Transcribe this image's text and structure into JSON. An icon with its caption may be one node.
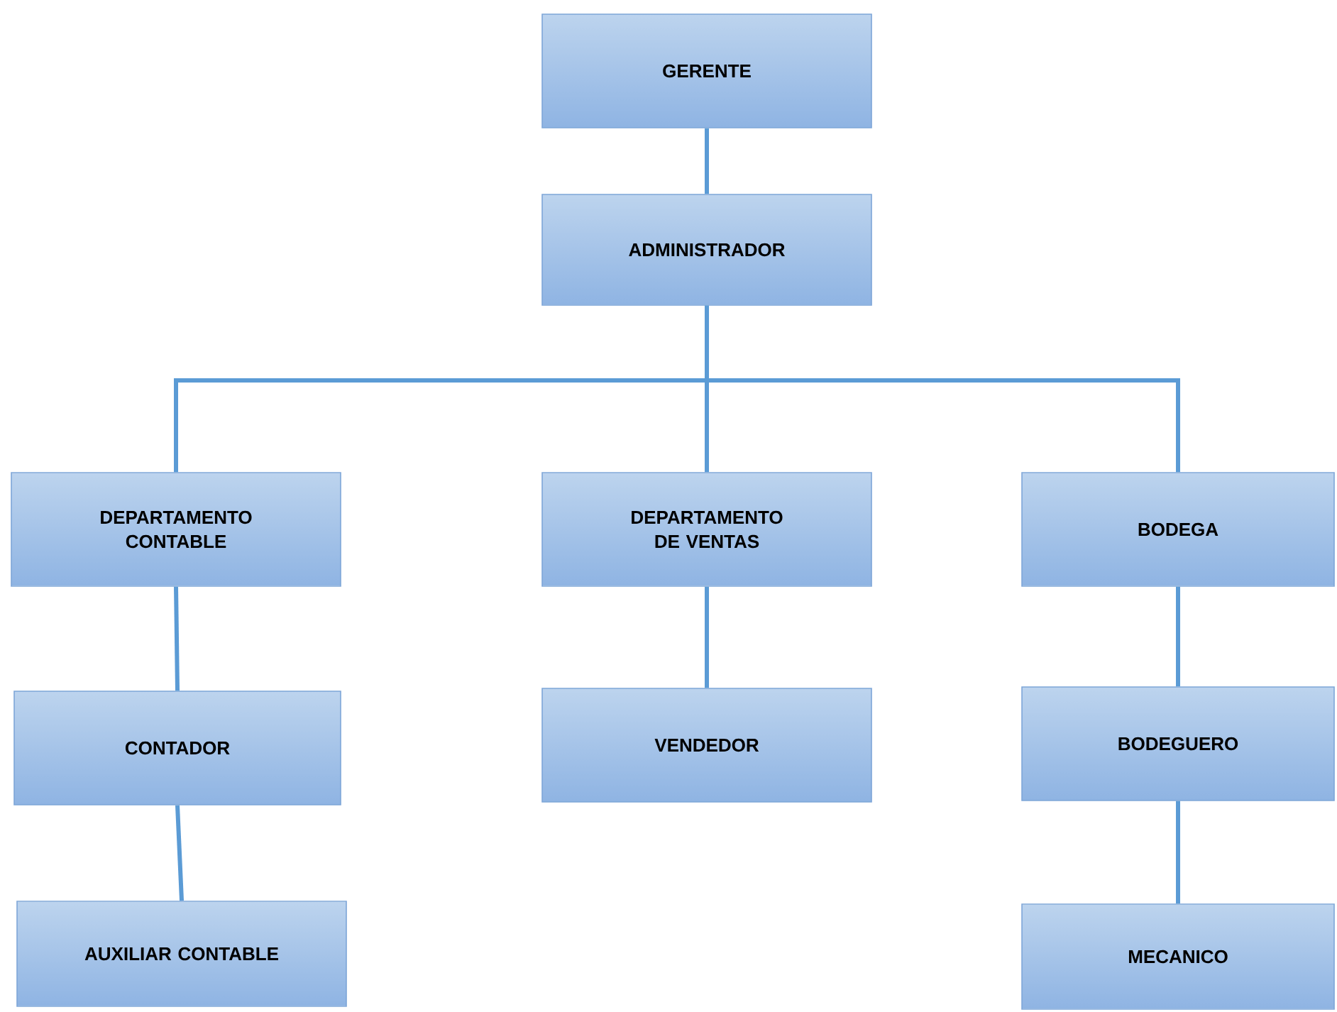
{
  "diagram": {
    "nodes": [
      {
        "text": [
          "GERENTE"
        ]
      },
      {
        "text": [
          "ADMINISTRADOR"
        ]
      },
      {
        "text": [
          "DEPARTAMENTO CONTABLE"
        ]
      },
      {
        "text": [
          "DEPARTAMENTO DE VENTAS"
        ]
      },
      {
        "text": [
          "BODEGA"
        ]
      },
      {
        "text": [
          "CONTADOR"
        ]
      },
      {
        "text": [
          "VENDEDOR"
        ]
      },
      {
        "text": [
          "BODEGUERO"
        ]
      },
      {
        "text": [
          "AUXILIAR CONTABLE"
        ]
      },
      {
        "text": [
          "MECANICO"
        ]
      }
    ],
    "edges": [
      {
        "from": 0,
        "to": 1,
        "arrow": "none"
      },
      {
        "from": 1,
        "to": 2,
        "arrow": "none"
      },
      {
        "from": 1,
        "to": 3,
        "arrow": "none"
      },
      {
        "from": 1,
        "to": 4,
        "arrow": "none"
      },
      {
        "from": 2,
        "to": 5,
        "arrow": "none"
      },
      {
        "from": 5,
        "to": 8,
        "arrow": "none"
      },
      {
        "from": 3,
        "to": 6,
        "arrow": "none"
      },
      {
        "from": 4,
        "to": 7,
        "arrow": "none"
      },
      {
        "from": 7,
        "to": 9,
        "arrow": "none"
      }
    ]
  }
}
